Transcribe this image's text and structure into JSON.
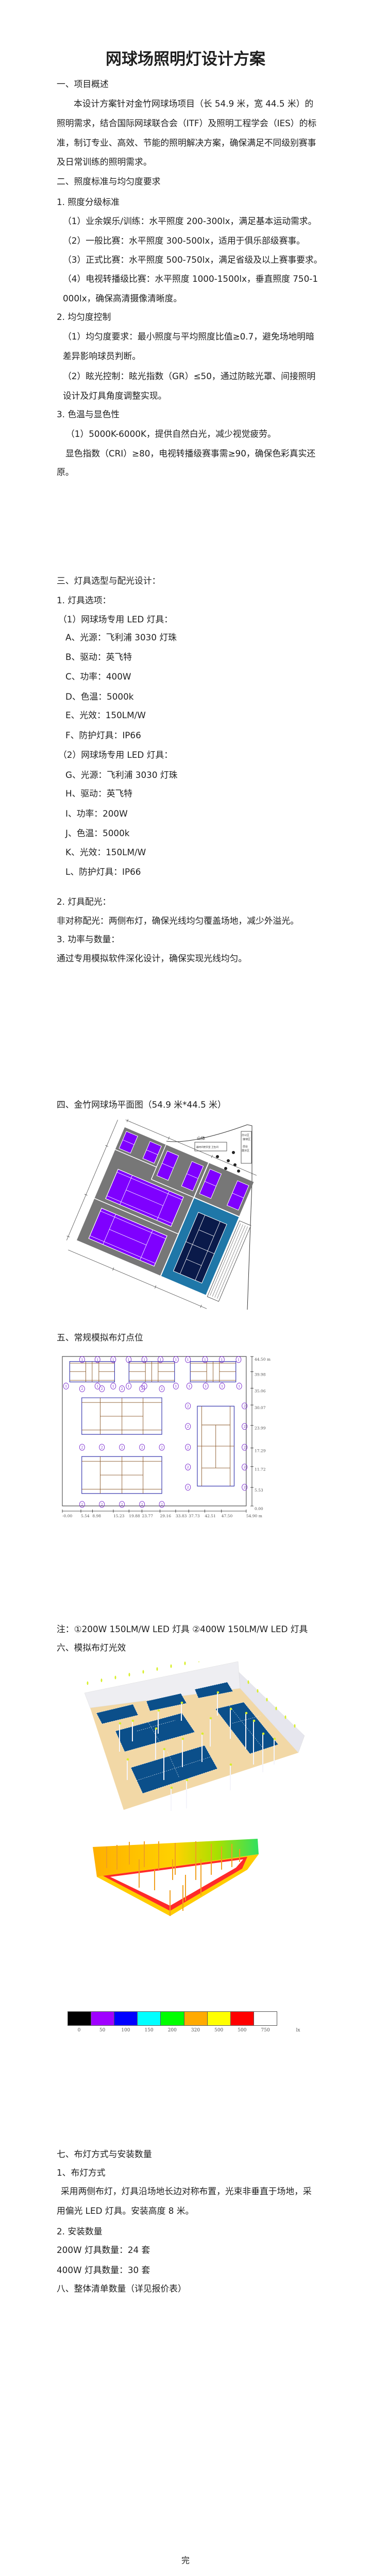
{
  "title": "网球场照明灯设计方案",
  "s1": {
    "heading": "一、项目概述",
    "paragraph": "本设计方案针对金竹网球场项目（长 54.9 米，宽 44.5 米）的照明需求，结合国际网球联合会（ITF）及照明工程学会（IES）的标准，制订专业、高效、节能的照明解决方案，确保满足不同级别赛事及日常训练的照明需求。"
  },
  "s2": {
    "heading": "二、照度标准与均匀度要求",
    "sub1": {
      "heading": "1. 照度分级标准",
      "items": [
        "（1）业余娱乐/训练：水平照度 200-300lx，满足基本运动需求。",
        "（2）一般比赛：水平照度 300-500lx，适用于俱乐部级赛事。",
        "（3）正式比赛：水平照度 500-750lx，满足省级及以上赛事要求。",
        "（4）电视转播级比赛：水平照度 1000-1500lx，垂直照度 750-1000lx，确保高清摄像清晰度。"
      ]
    },
    "sub2": {
      "heading": "2. 均匀度控制",
      "items": [
        "（1）均匀度要求：最小照度与平均照度比值≥0.7，避免场地明暗差异影响球员判断。",
        "（2）眩光控制：眩光指数（GR）≤50，通过防眩光罩、间接照明设计及灯具角度调整实现。"
      ]
    },
    "sub3": {
      "heading": "3. 色温与显色性",
      "items": [
        "（1）5000K-6000K，提供自然白光，减少视觉疲劳。",
        "显色指数（CRI）≥80，电视转播级赛事需≥90，确保色彩真实还原。"
      ]
    }
  },
  "s3": {
    "heading": "三、灯具选型与配光设计：",
    "sub1": {
      "heading": "1. 灯具选项：",
      "fixture1": {
        "heading": "（1）网球场专用 LED 灯具：",
        "specs": [
          "A、光源：飞利浦 3030 灯珠",
          "B、驱动：英飞特",
          "C、功率：400W",
          "D、色温：5000k",
          "E、光效：150LM/W",
          "F、防护灯具：IP66"
        ]
      },
      "fixture2": {
        "heading": "（2）网球场专用 LED 灯具：",
        "specs": [
          "G、光源：飞利浦 3030 灯珠",
          "H、驱动：英飞特",
          "I、功率：200W",
          "J、色温：5000k",
          "K、光效：150LM/W",
          "L、防护灯具：IP66"
        ]
      }
    },
    "sub2": {
      "heading": "2. 灯具配光：",
      "text": "非对称配光：两侧布灯，确保光线均匀覆盖场地，减少外溢光。"
    },
    "sub3": {
      "heading": "3. 功率与数量：",
      "text": "通过专用模拟软件深化设计，确保实现光线均匀。"
    }
  },
  "s4": {
    "heading": "四、金竹网球场平面图（54.9 米*44.5 米）",
    "plan_labels": {
      "mountain": "山体",
      "rooms": "器材间更衣室 卫生间",
      "office": "办公区",
      "reception": "接待区",
      "front_desk": "前台",
      "display": "展示区"
    },
    "colors": {
      "court_surround": "#777777",
      "court": "#7f00ff",
      "blue_area": "#1f77a8",
      "main_court": "#0a1a4a"
    }
  },
  "s5": {
    "heading": "五、常规模拟布灯点位",
    "layout": {
      "x_ticks": [
        {
          "value": 0,
          "label": "-0.00"
        },
        {
          "value": 5.54,
          "label": "5.54"
        },
        {
          "value": 8.98,
          "label": "8.98"
        },
        {
          "value": 15.23,
          "label": "15.23"
        },
        {
          "value": 19.88,
          "label": "19.88"
        },
        {
          "value": 23.77,
          "label": "23.77"
        },
        {
          "value": 29.16,
          "label": "29.16"
        },
        {
          "value": 33.83,
          "label": "33.83"
        },
        {
          "value": 37.73,
          "label": "37.73"
        },
        {
          "value": 42.51,
          "label": "42.51"
        },
        {
          "value": 47.5,
          "label": "47.50"
        },
        {
          "value": 54.9,
          "label": "54.90 m"
        }
      ],
      "y_ticks": [
        {
          "value": 44.5,
          "label": "44.50 m"
        },
        {
          "value": 39.98,
          "label": "39.98"
        },
        {
          "value": 35.06,
          "label": "35.06"
        },
        {
          "value": 30.07,
          "label": "30.07"
        },
        {
          "value": 23.99,
          "label": "23.99"
        },
        {
          "value": 17.29,
          "label": "17.29"
        },
        {
          "value": 11.72,
          "label": "11.72"
        },
        {
          "value": 5.53,
          "label": "5.53"
        },
        {
          "value": 0,
          "label": "0.00"
        }
      ],
      "lamp_type1_label": "1",
      "lamp_type2_label": "2",
      "lamps_type1": [
        [
          5.9,
          43.6
        ],
        [
          10.5,
          43.6
        ],
        [
          15.2,
          43.6
        ],
        [
          19.8,
          43.6
        ],
        [
          24.5,
          43.6
        ],
        [
          29.3,
          43.6
        ],
        [
          33.9,
          43.6
        ],
        [
          37.5,
          43.6
        ],
        [
          42.6,
          43.6
        ],
        [
          47.6,
          43.6
        ],
        [
          52.6,
          43.6
        ],
        [
          1.1,
          35.7
        ],
        [
          10.5,
          35.7
        ],
        [
          15.2,
          35.7
        ],
        [
          19.8,
          35.7
        ],
        [
          24.5,
          35.7
        ],
        [
          33.9,
          35.7
        ],
        [
          37.9,
          35.7
        ],
        [
          42.8,
          35.7
        ],
        [
          47.7,
          35.7
        ],
        [
          52.8,
          35.7
        ]
      ],
      "lamps_type2": [
        [
          5.9,
          35.2
        ],
        [
          11.8,
          35.2
        ],
        [
          17.8,
          35.2
        ],
        [
          23.8,
          35.2
        ],
        [
          29.7,
          35.2
        ],
        [
          5.9,
          17.8
        ],
        [
          11.8,
          17.8
        ],
        [
          17.8,
          17.8
        ],
        [
          23.8,
          17.8
        ],
        [
          29.7,
          17.8
        ],
        [
          5.9,
          0.8
        ],
        [
          11.8,
          0.8
        ],
        [
          17.8,
          0.8
        ],
        [
          23.8,
          0.8
        ],
        [
          29.7,
          0.8
        ],
        [
          37.5,
          30.1
        ],
        [
          37.5,
          24.0
        ],
        [
          37.5,
          17.8
        ],
        [
          37.5,
          11.9
        ],
        [
          37.5,
          5.9
        ],
        [
          54.4,
          30.1
        ],
        [
          54.4,
          24.0
        ],
        [
          54.4,
          17.8
        ],
        [
          54.4,
          11.9
        ],
        [
          54.4,
          5.9
        ]
      ],
      "colors": {
        "boundary": "#555555",
        "court_line": "#8b5a2b",
        "court_outline": "#3b3bb0",
        "lamp": "#7a2ad0"
      }
    }
  },
  "note": "注：①200W 150LM/W LED 灯具  ②400W 150LM/W LED 灯具",
  "s6": {
    "heading": "六、模拟布灯光效",
    "render_colors": {
      "floor": "#f2d8a6",
      "court": "#0b4f8a",
      "wall": "#eeeef2",
      "lamp": "#d8ef2a"
    },
    "legend": {
      "colors": [
        "#000000",
        "#a000ff",
        "#0000ff",
        "#00ffff",
        "#00ff00",
        "#ffaa00",
        "#ffff00",
        "#ff0000",
        "#ffffff"
      ],
      "labels": [
        "0",
        "50",
        "100",
        "150",
        "200",
        "320",
        "500",
        "500",
        "750"
      ],
      "unit": "lx"
    }
  },
  "s7": {
    "heading": "七、布灯方式与安装数量",
    "sub1": {
      "heading": "1、布灯方式",
      "text": "采用两侧布灯，灯具沿场地长边对称布置，光束非垂直于场地，采用偏光 LED 灯具。安装高度 8 米。"
    },
    "sub2": {
      "heading": "2. 安装数量",
      "q200": "200W 灯具数量：24 套",
      "q400": "400W 灯具数量：30 套"
    }
  },
  "s8": {
    "heading": "八、整体清单数量（详见报价表）"
  },
  "end": "完"
}
